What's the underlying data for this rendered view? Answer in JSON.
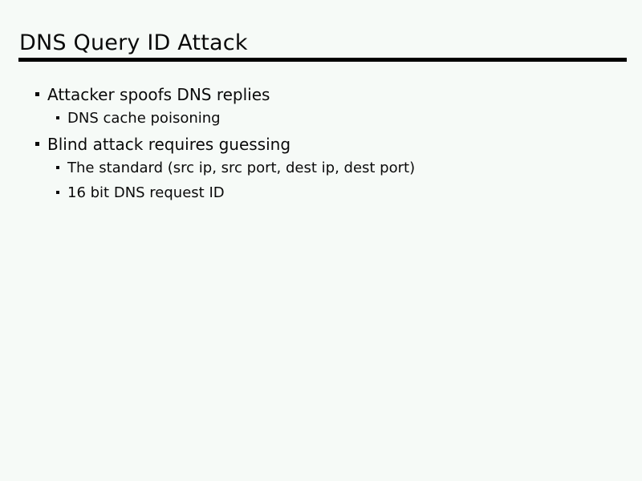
{
  "slide": {
    "title": "DNS Query ID Attack",
    "colors": {
      "background": "#f6faf7",
      "text": "#0a0a0a",
      "rule": "#000000"
    },
    "bullets": [
      {
        "level": 1,
        "text": "Attacker spoofs DNS replies",
        "marker": "square-bullet-icon"
      },
      {
        "level": 2,
        "text": "DNS cache poisoning",
        "marker": "square-bullet-icon"
      },
      {
        "level": 1,
        "text": "Blind attack requires guessing",
        "marker": "square-bullet-icon"
      },
      {
        "level": 2,
        "text": "The standard (src ip, src port, dest ip, dest port)",
        "marker": "square-bullet-icon"
      },
      {
        "level": 2,
        "text": "16 bit DNS request ID",
        "marker": "square-bullet-icon"
      }
    ]
  }
}
